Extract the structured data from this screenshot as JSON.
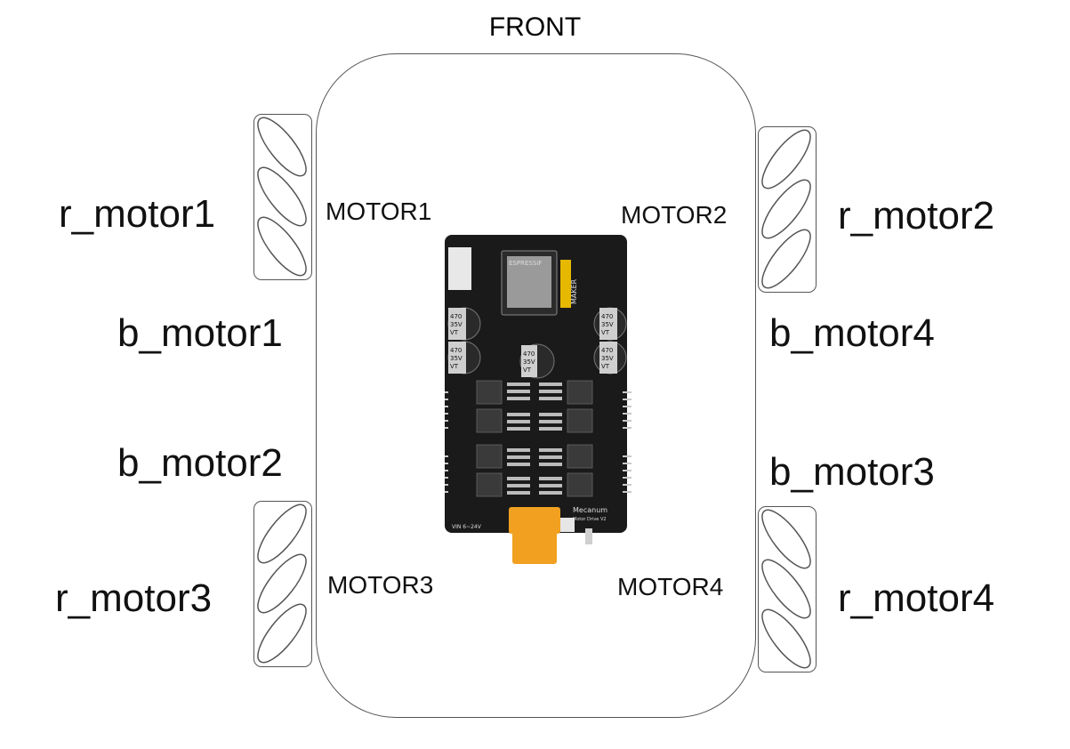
{
  "front_label": "FRONT",
  "motor_labels": {
    "m1": "MOTOR1",
    "m2": "MOTOR2",
    "m3": "MOTOR3",
    "m4": "MOTOR4"
  },
  "side_labels": {
    "r_motor1": "r_motor1",
    "r_motor2": "r_motor2",
    "r_motor3": "r_motor3",
    "r_motor4": "r_motor4",
    "b_motor1": "b_motor1",
    "b_motor2": "b_motor2",
    "b_motor3": "b_motor3",
    "b_motor4": "b_motor4"
  },
  "board": {
    "module_text": "ESPRESSIF",
    "brand_text": "MAKER",
    "cap_top_left": [
      "470",
      "35V",
      "VT"
    ],
    "cap_bottom_left": [
      "470",
      "35V",
      "VT"
    ],
    "cap_center": [
      "470",
      "35V",
      "VT"
    ],
    "cap_right_top": [
      "470",
      "35V",
      "VT"
    ],
    "cap_right_bottom": [
      "470",
      "35V",
      "VT"
    ],
    "product_name": "Mecanum",
    "product_sub": "Motor Drive V2",
    "vin_label": "VIN 6~24V"
  },
  "colors": {
    "line": "#555555",
    "board": "#1a1a1a",
    "connector": "#f2a020"
  }
}
